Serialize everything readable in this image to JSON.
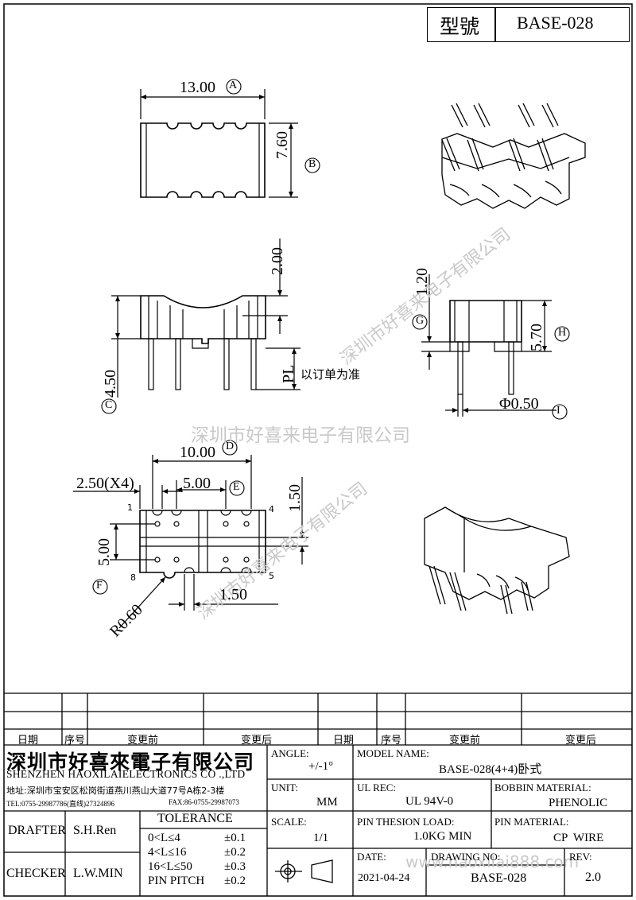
{
  "header": {
    "type_label": "型號",
    "model_code": "BASE-028"
  },
  "dims": {
    "length": "13.00",
    "length_tag": "A",
    "width": "7.60",
    "width_tag": "B",
    "top_height": "2.00",
    "body_height": "4.50",
    "body_height_tag": "C",
    "pin_length": "PL",
    "pin_length_note": "以订单为准",
    "pin_span": "10.00",
    "pin_span_tag": "D",
    "pin_pitch": "5.00",
    "pin_pitch_tag": "E",
    "pin_offset": "2.50(X4)",
    "row_pitch": "5.00",
    "row_pitch_tag": "F",
    "side_1_50": "1.50",
    "bottom_1_50": "1.50",
    "radius": "R0.60",
    "side_1_20": "1.20",
    "side_1_20_tag": "G",
    "side_5_70": "5.70",
    "side_5_70_tag": "H",
    "pin_dia": "Φ0.50",
    "pin_dia_tag": "I",
    "pin_num_1": "1",
    "pin_num_4": "4",
    "pin_num_5": "5",
    "pin_num_8": "8"
  },
  "watermark": {
    "company": "深圳市好喜来电子有限公司",
    "url": "www.haoxilai888.com"
  },
  "revision_table": {
    "headers": [
      "日期",
      "序号",
      "变更前",
      "变更后",
      "日期",
      "序号",
      "变更前",
      "变更后"
    ]
  },
  "title_block": {
    "company_cn": "深圳市好喜來電子有限公司",
    "company_en": "SHENZHEN HAOXILAIELECTRONICS CO .,LTD",
    "address": "地址:深圳市宝安区松岗街道燕川燕山大道77号A栋2-3楼",
    "tel": "TEL:0755-29987786(直线)27324896",
    "fax": "FAX:86-0755-29987073",
    "drafter_label": "DRAFTER",
    "drafter": "S.H.Ren",
    "checker_label": "CHECKER",
    "checker": "L.W.MIN",
    "tolerance_label": "TOLERANCE",
    "tolerances": [
      {
        "range": "0<L≤4",
        "tol": "±0.1"
      },
      {
        "range": "4<L≤16",
        "tol": "±0.2"
      },
      {
        "range": "16<L≤50",
        "tol": "±0.3"
      },
      {
        "range": "PIN PITCH",
        "tol": "±0.2"
      }
    ],
    "angle_label": "ANGLE:",
    "angle": "+/-1°",
    "unit_label": "UNIT:",
    "unit": "MM",
    "scale_label": "SCALE:",
    "scale": "1/1",
    "model_label": "MODEL NAME:",
    "model": "BASE-028(4+4)卧式",
    "ul_label": "UL REC:",
    "ul": "UL 94V-0",
    "bobbin_label": "BOBBIN MATERIAL:",
    "bobbin": "PHENOLIC",
    "load_label": "PIN THESION LOAD:",
    "load": "1.0KG MIN",
    "pin_mat_label": "PIN MATERIAL:",
    "pin_mat": "CP  WIRE",
    "date_label": "DATE:",
    "date": "2021-04-24",
    "drawing_label": "DRAWING NO:",
    "drawing": "BASE-028",
    "rev_label": "REV:",
    "rev": "2.0"
  }
}
